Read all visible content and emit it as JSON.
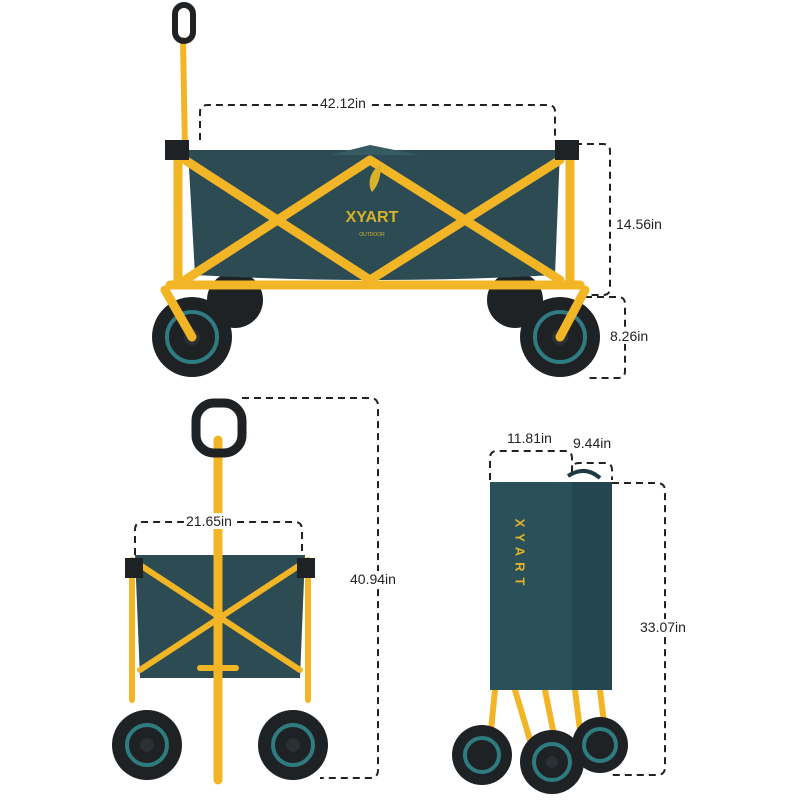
{
  "brand": {
    "name": "XYART",
    "tagline": "OUTDOOR",
    "logo_text_vertical": "XYART"
  },
  "colors": {
    "fabric": "#2c4b53",
    "frame": "#f2b526",
    "tire": "#1f2224",
    "rim": "#2f7c80"
  },
  "views": {
    "side": {
      "length": "42.12in",
      "body_height": "14.56in",
      "wheel_height": "8.26in"
    },
    "front": {
      "width": "21.65in",
      "total_height": "40.94in"
    },
    "folded": {
      "depth": "11.81in",
      "width": "9.44in",
      "height": "33.07in"
    }
  }
}
